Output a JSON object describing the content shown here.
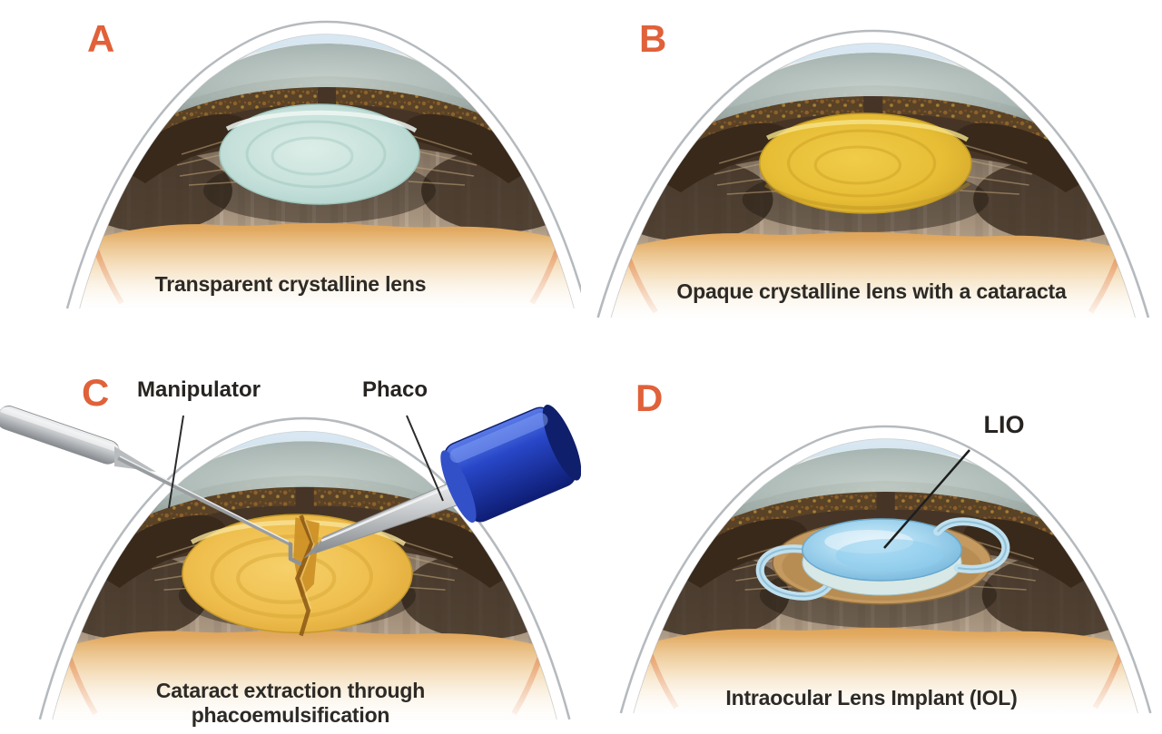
{
  "colors": {
    "accent": "#e0613a",
    "caption_text": "#2d2a26",
    "lens_transparent": "#c6e0da",
    "lens_cataract": "#e7bd35",
    "lens_fragmenting": "#efbf4e",
    "iol_blue": "#a8d8f0",
    "cornea_blue": "#c7dbe9",
    "phaco_handle_blue": "#2847c8"
  },
  "panels": [
    {
      "letter": "A",
      "caption": "Transparent crystalline lens"
    },
    {
      "letter": "B",
      "caption": "Opaque crystalline lens with a cataracta"
    },
    {
      "letter": "C",
      "caption_line1": "Cataract extraction through",
      "caption_line2": "phacoemulsification",
      "label_manipulator": "Manipulator",
      "label_phaco": "Phaco"
    },
    {
      "letter": "D",
      "caption": "Intraocular Lens Implant (IOL)",
      "label_iol": "LIO"
    }
  ]
}
